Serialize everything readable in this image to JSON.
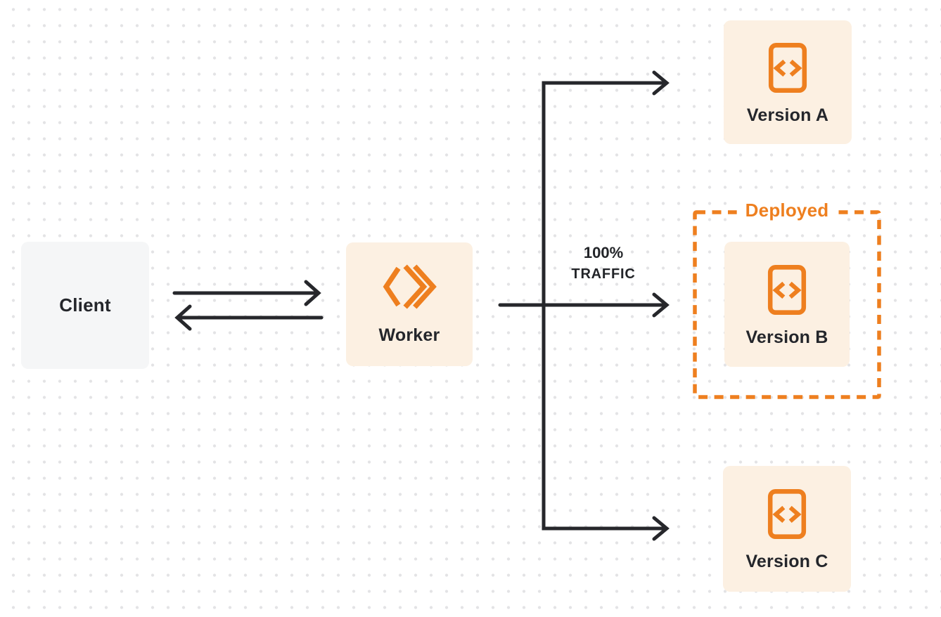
{
  "diagram": {
    "client": {
      "label": "Client"
    },
    "worker": {
      "label": "Worker"
    },
    "versions": [
      {
        "label": "Version A"
      },
      {
        "label": "Version B",
        "deployed": true
      },
      {
        "label": "Version C"
      }
    ],
    "deployed_label": "Deployed",
    "traffic": {
      "line1": "100%",
      "line2": "TRAFFIC"
    },
    "icons": {
      "worker": "cloudflare-workers-logo-icon",
      "version": "code-file-icon"
    },
    "colors": {
      "orange_accent": "#ee7f1f",
      "node_cream_fill": "#fcf0e2",
      "client_gray_fill": "#f5f6f7",
      "connector_dark": "#26272b",
      "label_dark": "#24262b",
      "dot_grid": "#e3e3e5",
      "background": "#ffffff"
    }
  }
}
